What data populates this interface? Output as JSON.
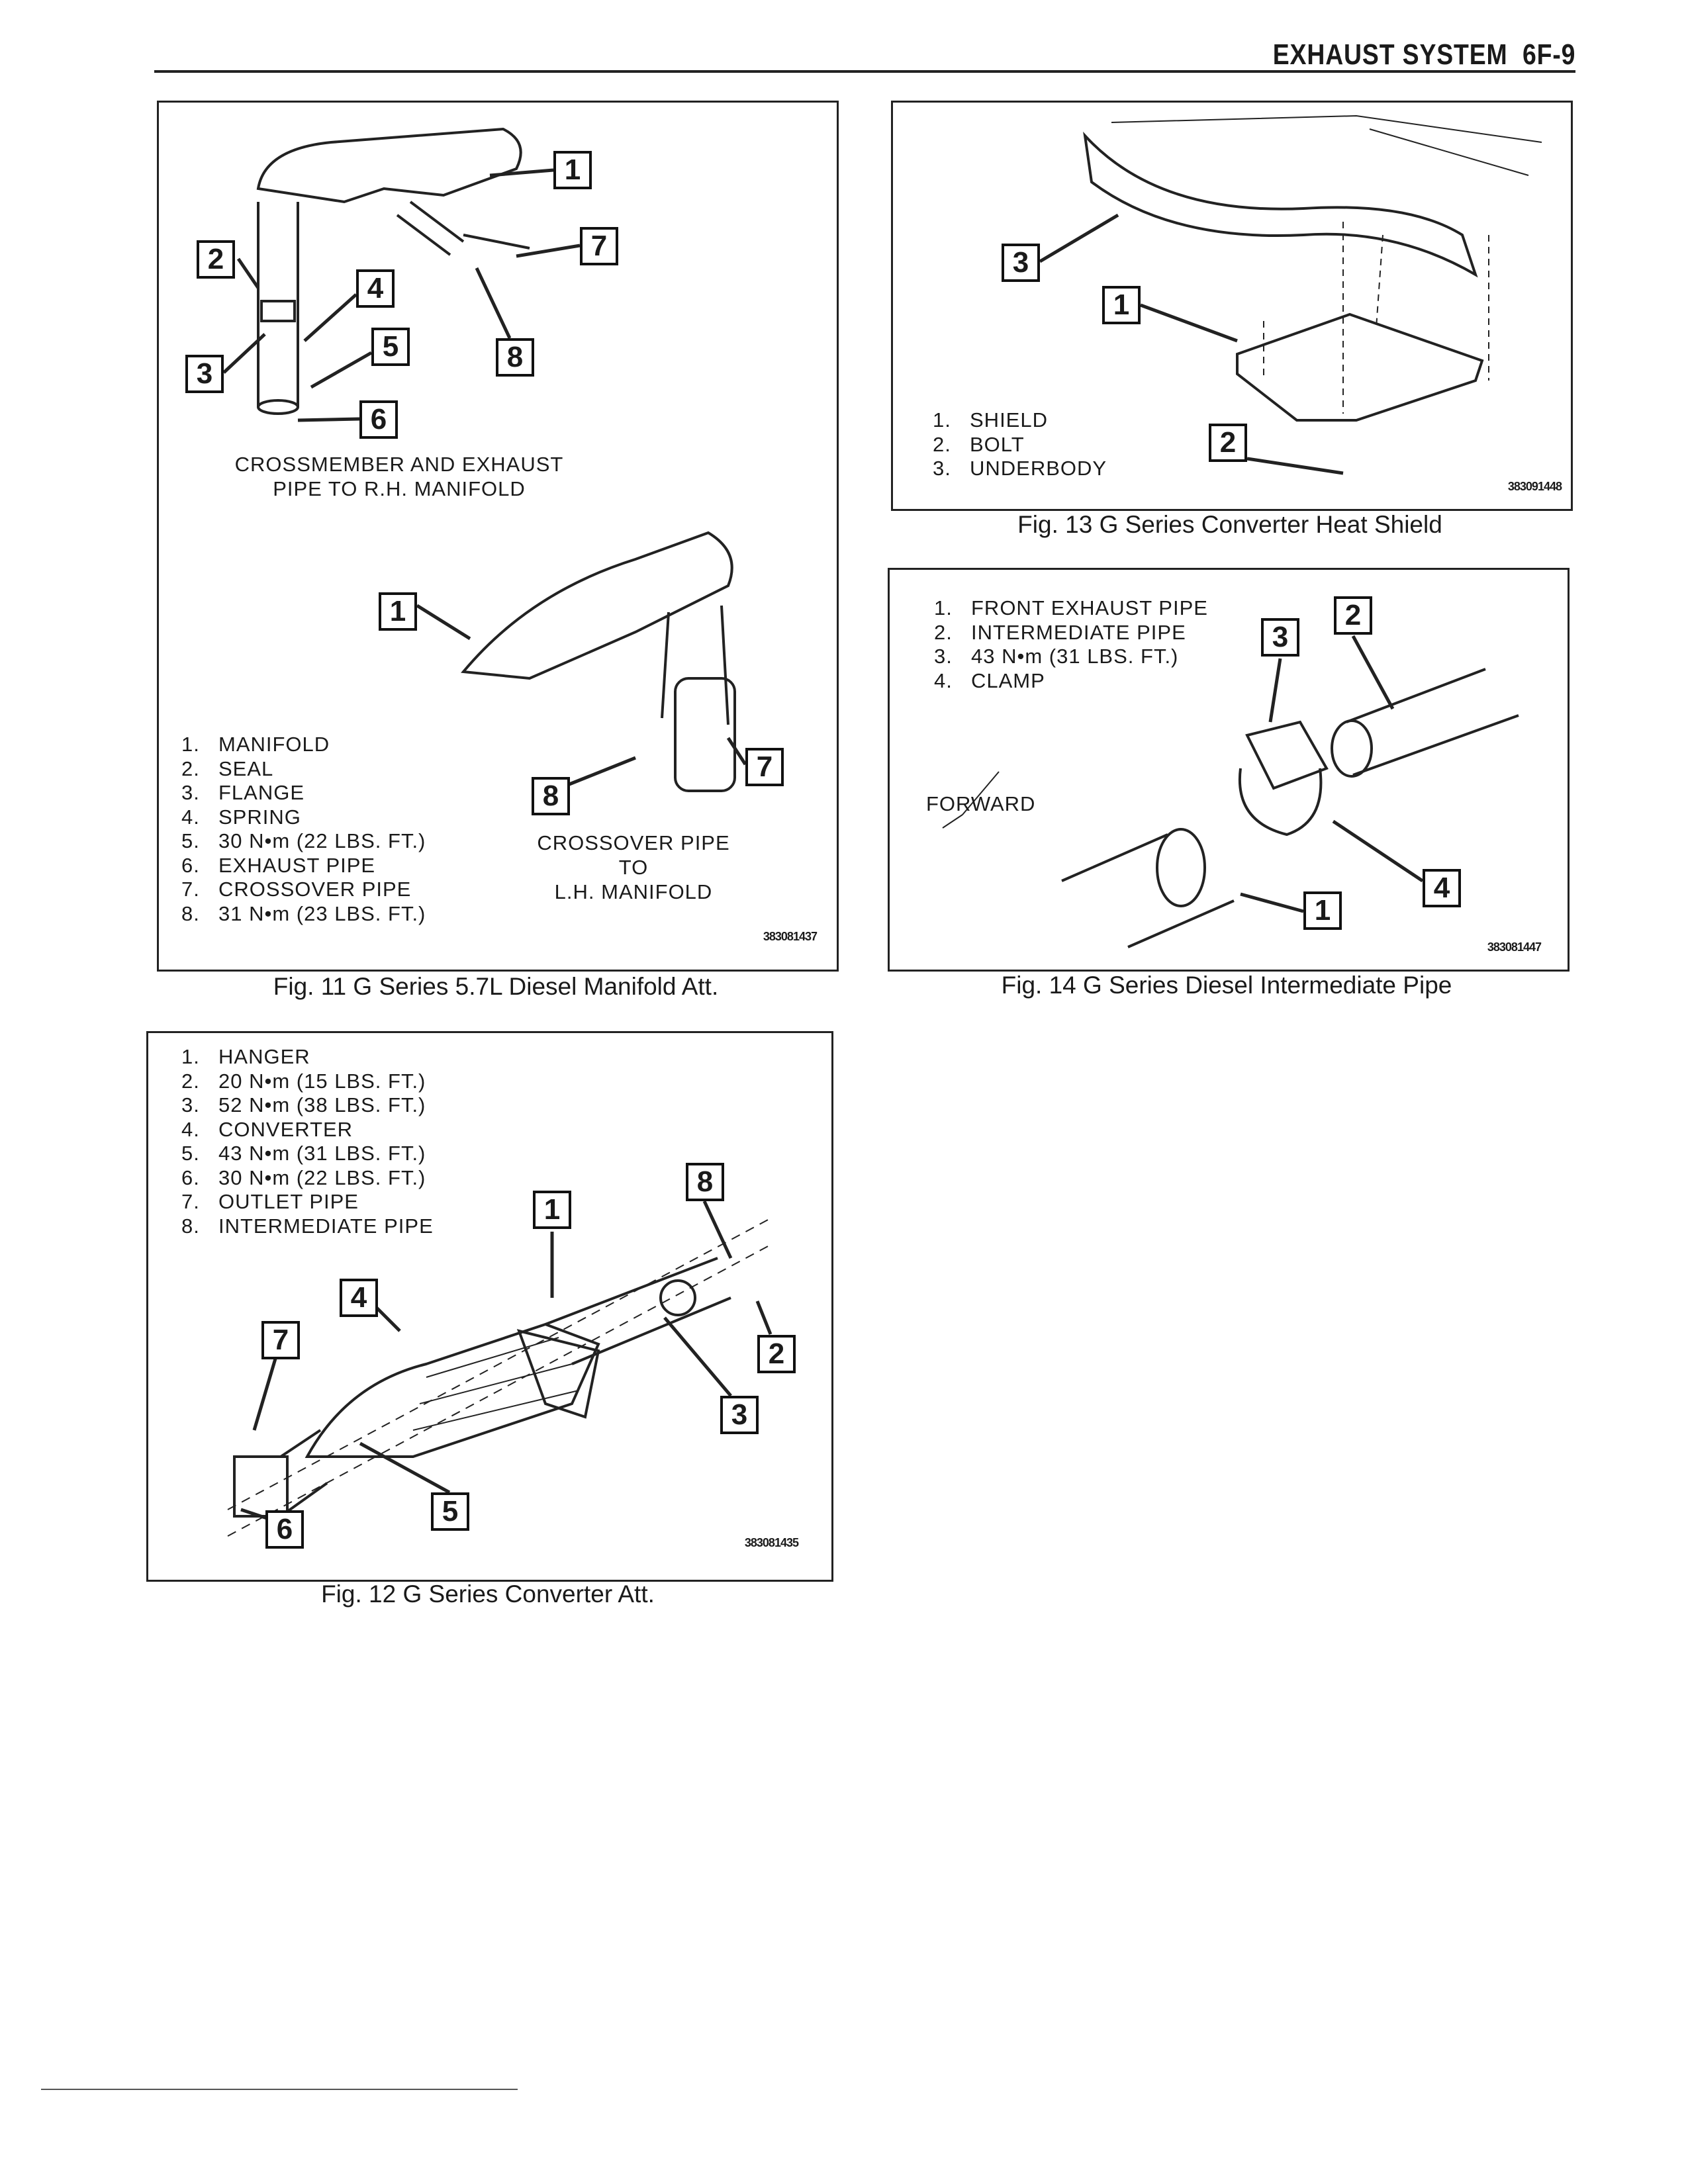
{
  "header": {
    "section": "EXHAUST SYSTEM",
    "page": "6F-9"
  },
  "fig11": {
    "caption": "Fig. 11 G Series 5.7L Diesel Manifold Att.",
    "sub_a": [
      "CROSSMEMBER AND EXHAUST",
      "PIPE TO R.H. MANIFOLD"
    ],
    "sub_b": [
      "CROSSOVER PIPE TO",
      "L.H. MANIFOLD"
    ],
    "legend": [
      {
        "n": "1.",
        "t": "MANIFOLD"
      },
      {
        "n": "2.",
        "t": "SEAL"
      },
      {
        "n": "3.",
        "t": "FLANGE"
      },
      {
        "n": "4.",
        "t": "SPRING"
      },
      {
        "n": "5.",
        "t": "30 N•m (22 LBS. FT.)"
      },
      {
        "n": "6.",
        "t": "EXHAUST PIPE"
      },
      {
        "n": "7.",
        "t": "CROSSOVER PIPE"
      },
      {
        "n": "8.",
        "t": "31 N•m (23 LBS. FT.)"
      }
    ],
    "callouts": [
      "1",
      "7",
      "2",
      "4",
      "5",
      "8",
      "3",
      "6",
      "1",
      "8",
      "7"
    ],
    "code": "383081437"
  },
  "fig12": {
    "caption": "Fig. 12 G Series Converter Att.",
    "legend": [
      {
        "n": "1.",
        "t": "HANGER"
      },
      {
        "n": "2.",
        "t": "20 N•m (15 LBS. FT.)"
      },
      {
        "n": "3.",
        "t": "52 N•m (38 LBS. FT.)"
      },
      {
        "n": "4.",
        "t": "CONVERTER"
      },
      {
        "n": "5.",
        "t": "43 N•m (31 LBS. FT.)"
      },
      {
        "n": "6.",
        "t": "30 N•m (22 LBS. FT.)"
      },
      {
        "n": "7.",
        "t": "OUTLET PIPE"
      },
      {
        "n": "8.",
        "t": "INTERMEDIATE PIPE"
      }
    ],
    "callouts": [
      "1",
      "8",
      "4",
      "7",
      "2",
      "3",
      "5",
      "6"
    ],
    "code": "383081435"
  },
  "fig13": {
    "caption": "Fig. 13 G Series Converter Heat Shield",
    "legend": [
      {
        "n": "1.",
        "t": "SHIELD"
      },
      {
        "n": "2.",
        "t": "BOLT"
      },
      {
        "n": "3.",
        "t": "UNDERBODY"
      }
    ],
    "callouts": [
      "3",
      "1",
      "2"
    ],
    "code": "383091448"
  },
  "fig14": {
    "caption": "Fig. 14 G Series Diesel Intermediate Pipe",
    "legend": [
      {
        "n": "1.",
        "t": "FRONT EXHAUST PIPE"
      },
      {
        "n": "2.",
        "t": "INTERMEDIATE PIPE"
      },
      {
        "n": "3.",
        "t": "43 N•m (31 LBS. FT.)"
      },
      {
        "n": "4.",
        "t": "CLAMP"
      }
    ],
    "forward": "FORWARD",
    "callouts": [
      "3",
      "2",
      "4",
      "1"
    ],
    "code": "383081447"
  }
}
